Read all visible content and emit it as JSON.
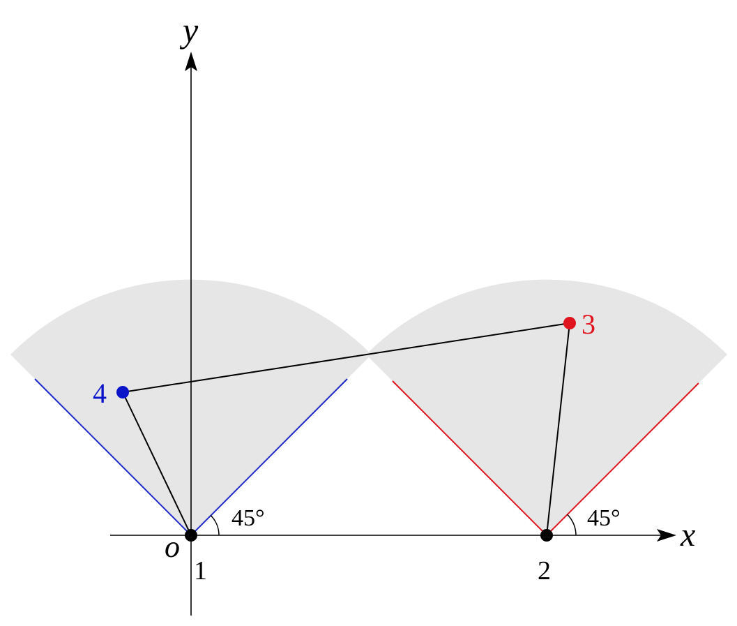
{
  "axes": {
    "x_label": "x",
    "y_label": "y",
    "origin_label": "o"
  },
  "points": [
    {
      "id": "p1",
      "label": "1",
      "color": "#000000"
    },
    {
      "id": "p2",
      "label": "2",
      "color": "#000000"
    },
    {
      "id": "p3",
      "label": "3",
      "color": "#e0141e"
    },
    {
      "id": "p4",
      "label": "4",
      "color": "#0a14c8"
    }
  ],
  "angles": [
    {
      "id": "angle-1",
      "label": "45°"
    },
    {
      "id": "angle-2",
      "label": "45°"
    }
  ],
  "colors": {
    "sector_fill": "#e6e6e6",
    "left_boundary": "#1e28c8",
    "right_boundary": "#e0141e",
    "axis": "#000000",
    "link": "#000000"
  }
}
